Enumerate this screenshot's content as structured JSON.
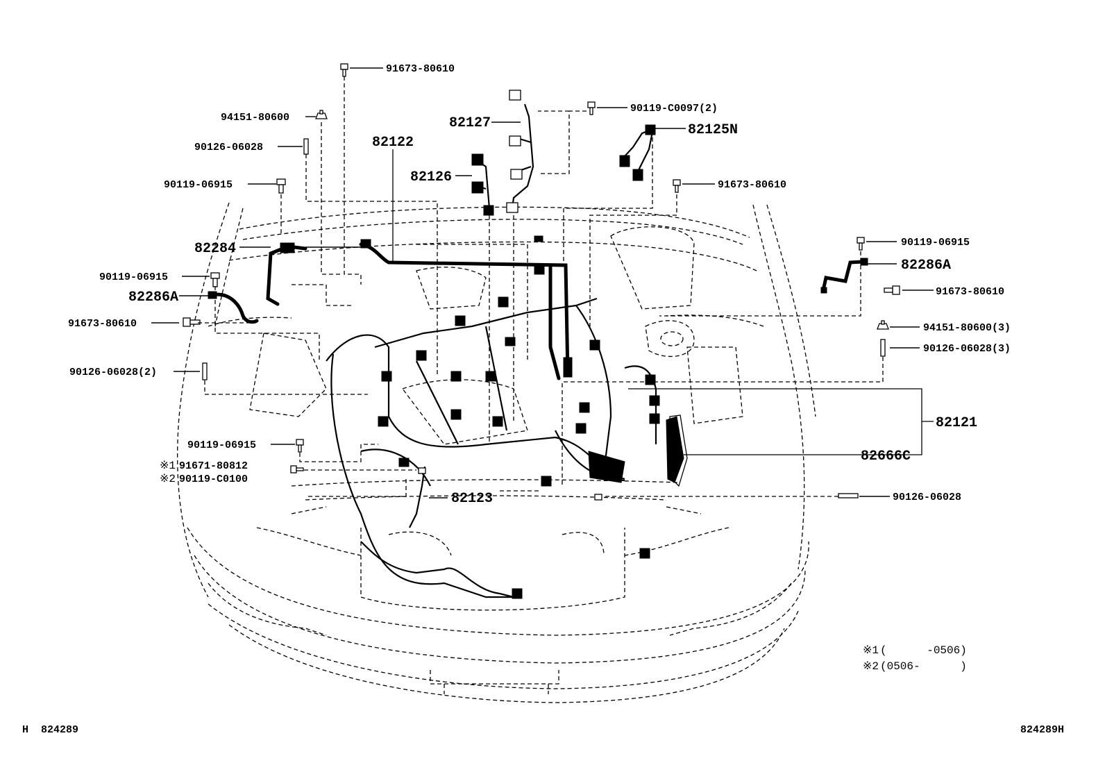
{
  "diagram": {
    "callouts_top": {
      "c_91673_80610_a": "91673-80610",
      "c_94151_80600": "94151-80600",
      "c_90126_06028": "90126-06028",
      "c_90119_06915_a": "90119-06915",
      "c_82122": "82122",
      "c_82127": "82127",
      "c_82126": "82126",
      "c_90119_c0097": "90119-C0097(2)",
      "c_82125n": "82125N",
      "c_91673_80610_b": "91673-80610"
    },
    "callouts_left": {
      "c_82284": "82284",
      "c_90119_06915_b": "90119-06915",
      "c_82286a_left": "82286A",
      "c_91673_80610_c": "91673-80610",
      "c_90126_06028_2": "90126-06028(2)",
      "c_90119_06915_c": "90119-06915",
      "c_91671_80812": "91671-80812",
      "c_90119_c0100": "90119-C0100",
      "mark1": "※1",
      "mark2": "※2",
      "c_82123": "82123"
    },
    "callouts_right": {
      "c_90119_06915_d": "90119-06915",
      "c_82286a_right": "82286A",
      "c_91673_80610_d": "91673-80610",
      "c_94151_80600_3": "94151-80600(3)",
      "c_90126_06028_3": "90126-06028(3)",
      "c_82121": "82121",
      "c_82666c": "82666C",
      "c_90126_06028_r": "90126-06028"
    },
    "notes": {
      "note1_mark": "※1",
      "note1_text": "(      -0506)",
      "note2_mark": "※2",
      "note2_text": "(0506-      )"
    },
    "footer": {
      "left_code": "H  824289",
      "right_code": "824289H"
    }
  }
}
